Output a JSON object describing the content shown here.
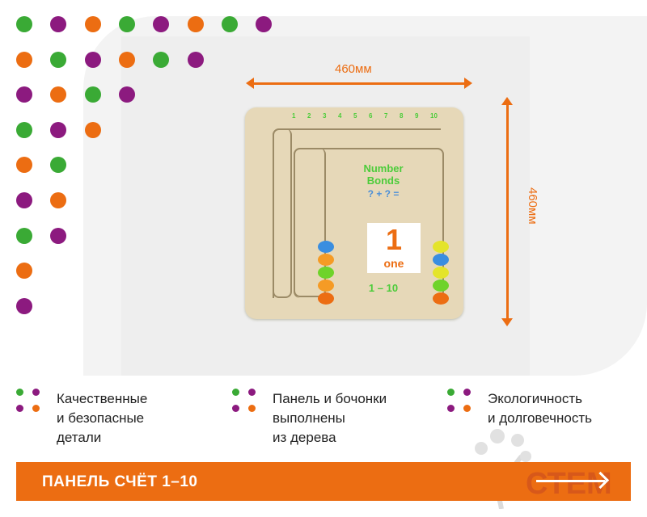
{
  "dimensions": {
    "width_label": "460мм",
    "height_label": "460мм"
  },
  "product_image": {
    "board_title_line1": "Number",
    "board_title_line2": "Bonds",
    "equation": "? + ? =",
    "card_number": "1",
    "card_word": "one",
    "range": "1 – 10",
    "top_scale": [
      "1",
      "2",
      "3",
      "4",
      "5",
      "6",
      "7",
      "8",
      "9",
      "10"
    ]
  },
  "features": [
    {
      "lines": [
        "Качественные",
        "и безопасные",
        "детали"
      ]
    },
    {
      "lines": [
        "Панель и бочонки",
        "выполнены",
        "из дерева"
      ]
    },
    {
      "lines": [
        "Экологичность",
        "и долговечность"
      ]
    }
  ],
  "banner": {
    "title": "ПАНЕЛЬ СЧЁТ 1–10",
    "logo": "СТЕМ"
  },
  "colors": {
    "orange": "#ec6d12",
    "green": "#3aaa35",
    "purple": "#8c1a7f"
  }
}
